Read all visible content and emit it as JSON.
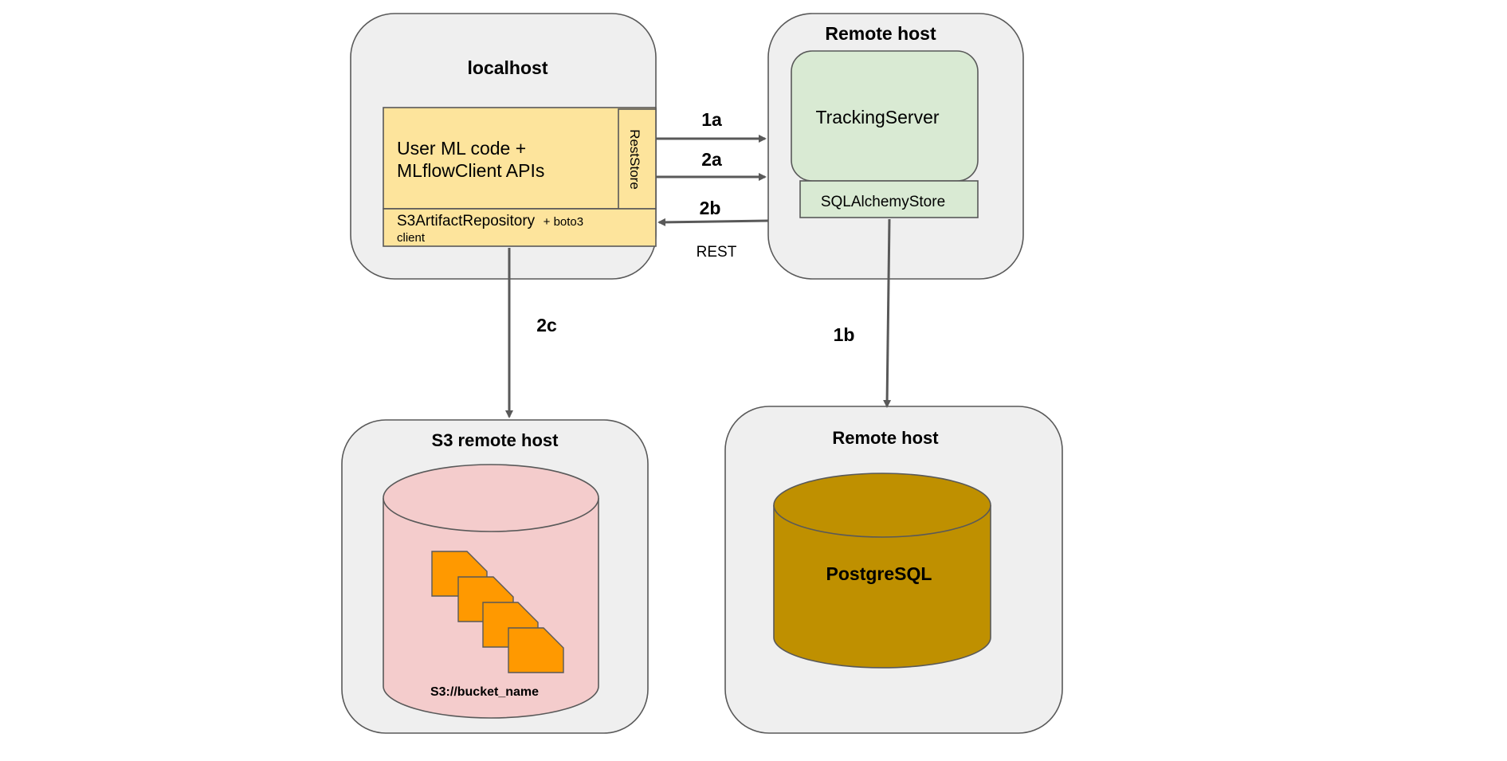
{
  "localhost": {
    "title": "localhost",
    "client_line1": "User ML code +",
    "client_line2": "MLflowClient APIs",
    "reststore": "RestStore",
    "artifact_main": "S3ArtifactRepository",
    "artifact_suffix": "+ boto3",
    "artifact_line2": "client"
  },
  "tracking_host": {
    "title": "Remote host",
    "server": "TrackingServer",
    "store": "SQLAlchemyStore"
  },
  "s3_host": {
    "title": "S3 remote host",
    "bucket": "S3://bucket_name"
  },
  "db_host": {
    "title": "Remote host",
    "database": "PostgreSQL"
  },
  "edges": {
    "e1a": "1a",
    "e2a": "2a",
    "e2b": "2b",
    "rest": "REST",
    "e2c": "2c",
    "e1b": "1b"
  },
  "colors": {
    "host_fill": "#efefef",
    "client_fill": "#fde49c",
    "server_fill": "#d9ead3",
    "s3_fill": "#f4cccc",
    "file_fill": "#ff9900",
    "db_fill": "#bf9000",
    "arrow": "#595959"
  }
}
